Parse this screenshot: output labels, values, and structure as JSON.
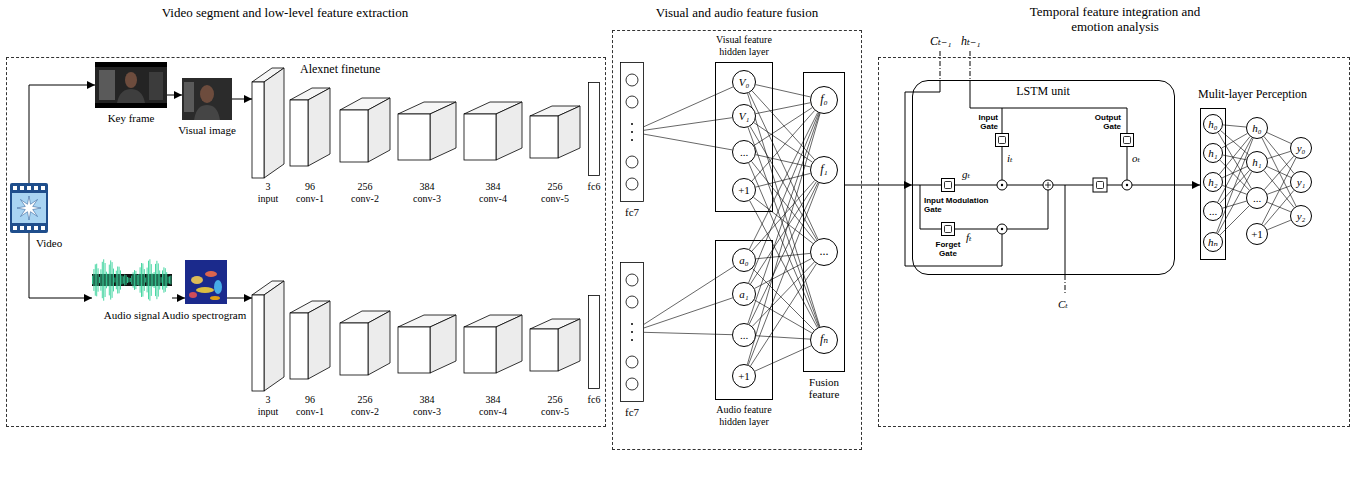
{
  "diagram": {
    "nodes": [
      {
        "text": [
          "Video segment and low-level feature extraction"
        ]
      },
      {
        "text": [
          "Video"
        ],
        "in": 0
      },
      {
        "text": [
          "Key frame"
        ],
        "in": 0
      },
      {
        "text": [
          "Visual image"
        ],
        "in": 0
      },
      {
        "text": [
          "Audio signal"
        ],
        "in": 0
      },
      {
        "text": [
          "Audio spectrogram"
        ],
        "in": 0
      },
      {
        "text": [
          "3",
          "input"
        ],
        "in": 0
      },
      {
        "text": [
          "96",
          "conv-1"
        ],
        "in": 0
      },
      {
        "text": [
          "256",
          "conv-2"
        ],
        "in": 0
      },
      {
        "text": [
          "384",
          "conv-3"
        ],
        "in": 0
      },
      {
        "text": [
          "384",
          "conv-4"
        ],
        "in": 0
      },
      {
        "text": [
          "256",
          "conv-5"
        ],
        "in": 0
      },
      {
        "text": [
          "fc6"
        ],
        "in": 0
      },
      {
        "text": [
          "3",
          "input"
        ],
        "in": 0
      },
      {
        "text": [
          "96",
          "conv-1"
        ],
        "in": 0
      },
      {
        "text": [
          "256",
          "conv-2"
        ],
        "in": 0
      },
      {
        "text": [
          "384",
          "conv-3"
        ],
        "in": 0
      },
      {
        "text": [
          "384",
          "conv-4"
        ],
        "in": 0
      },
      {
        "text": [
          "256",
          "conv-5"
        ],
        "in": 0
      },
      {
        "text": [
          "fc6"
        ],
        "in": 0
      },
      {
        "text": [
          "Visual and audio feature fusion"
        ]
      },
      {
        "text": [
          "fc7"
        ],
        "in": 20
      },
      {
        "text": [
          "Visual feature hidden layer"
        ],
        "in": 20
      },
      {
        "text": [
          "V₀"
        ],
        "in": 22
      },
      {
        "text": [
          "V₁"
        ],
        "in": 22
      },
      {
        "text": [
          "..."
        ],
        "in": 22
      },
      {
        "text": [
          "+1"
        ],
        "in": 22
      },
      {
        "text": [
          "fc7"
        ],
        "in": 20
      },
      {
        "text": [
          "Audio feature hidden layer"
        ],
        "in": 20
      },
      {
        "text": [
          "a₀"
        ],
        "in": 28
      },
      {
        "text": [
          "a₁"
        ],
        "in": 28
      },
      {
        "text": [
          "..."
        ],
        "in": 28
      },
      {
        "text": [
          "+1"
        ],
        "in": 28
      },
      {
        "text": [
          "Fusion feature"
        ],
        "in": 20
      },
      {
        "text": [
          "f₀"
        ],
        "in": 33
      },
      {
        "text": [
          "f₁"
        ],
        "in": 33
      },
      {
        "text": [
          "..."
        ],
        "in": 33
      },
      {
        "text": [
          "fₙ"
        ],
        "in": 33
      },
      {
        "text": [
          "Temporal feature integration and emotion analysis"
        ]
      },
      {
        "text": [
          "LSTM unit"
        ],
        "in": 38
      },
      {
        "text": [
          "Input Gate"
        ],
        "in": 39
      },
      {
        "text": [
          "Output Gate"
        ],
        "in": 39
      },
      {
        "text": [
          "Input Modulation Gate"
        ],
        "in": 39
      },
      {
        "text": [
          "Forget Gate"
        ],
        "in": 39
      },
      {
        "text": [
          "Mulit-layer Perception"
        ],
        "in": 38
      },
      {
        "text": [
          "h₀"
        ],
        "in": 44
      },
      {
        "text": [
          "h₁"
        ],
        "in": 44
      },
      {
        "text": [
          "h₂"
        ],
        "in": 44
      },
      {
        "text": [
          "..."
        ],
        "in": 44
      },
      {
        "text": [
          "hₙ"
        ],
        "in": 44
      },
      {
        "text": [
          "h₀"
        ],
        "in": 38
      },
      {
        "text": [
          "h₁"
        ],
        "in": 38
      },
      {
        "text": [
          "..."
        ],
        "in": 38
      },
      {
        "text": [
          "+1"
        ],
        "in": 38
      },
      {
        "text": [
          "y₀"
        ],
        "in": 38
      },
      {
        "text": [
          "y₁"
        ],
        "in": 38
      },
      {
        "text": [
          "y₂"
        ],
        "in": 38
      }
    ],
    "edges": [
      {
        "from": 1,
        "to": 2,
        "arrow": "to"
      },
      {
        "from": 2,
        "to": 3,
        "arrow": "to"
      },
      {
        "from": 3,
        "to": 6,
        "arrow": "to"
      },
      {
        "from": 1,
        "to": 4,
        "arrow": "to"
      },
      {
        "from": 4,
        "to": 5,
        "arrow": "to"
      },
      {
        "from": 5,
        "to": 13,
        "arrow": "to"
      },
      {
        "from": 21,
        "to": 23,
        "arrow": "none"
      },
      {
        "from": 21,
        "to": 24,
        "arrow": "none"
      },
      {
        "from": 21,
        "to": 25,
        "arrow": "none"
      },
      {
        "from": 27,
        "to": 29,
        "arrow": "none"
      },
      {
        "from": 27,
        "to": 30,
        "arrow": "none"
      },
      {
        "from": 27,
        "to": 31,
        "arrow": "none"
      },
      {
        "from": 23,
        "to": 34,
        "arrow": "none"
      },
      {
        "from": 23,
        "to": 35,
        "arrow": "none"
      },
      {
        "from": 23,
        "to": 36,
        "arrow": "none"
      },
      {
        "from": 23,
        "to": 37,
        "arrow": "none"
      },
      {
        "from": 24,
        "to": 34,
        "arrow": "none"
      },
      {
        "from": 24,
        "to": 35,
        "arrow": "none"
      },
      {
        "from": 24,
        "to": 36,
        "arrow": "none"
      },
      {
        "from": 24,
        "to": 37,
        "arrow": "none"
      },
      {
        "from": 25,
        "to": 34,
        "arrow": "none"
      },
      {
        "from": 25,
        "to": 35,
        "arrow": "none"
      },
      {
        "from": 25,
        "to": 36,
        "arrow": "none"
      },
      {
        "from": 25,
        "to": 37,
        "arrow": "none"
      },
      {
        "from": 26,
        "to": 34,
        "arrow": "none"
      },
      {
        "from": 26,
        "to": 35,
        "arrow": "none"
      },
      {
        "from": 26,
        "to": 36,
        "arrow": "none"
      },
      {
        "from": 26,
        "to": 37,
        "arrow": "none"
      },
      {
        "from": 29,
        "to": 34,
        "arrow": "none"
      },
      {
        "from": 29,
        "to": 35,
        "arrow": "none"
      },
      {
        "from": 29,
        "to": 36,
        "arrow": "none"
      },
      {
        "from": 29,
        "to": 37,
        "arrow": "none"
      },
      {
        "from": 30,
        "to": 34,
        "arrow": "none"
      },
      {
        "from": 30,
        "to": 35,
        "arrow": "none"
      },
      {
        "from": 30,
        "to": 36,
        "arrow": "none"
      },
      {
        "from": 30,
        "to": 37,
        "arrow": "none"
      },
      {
        "from": 31,
        "to": 34,
        "arrow": "none"
      },
      {
        "from": 31,
        "to": 35,
        "arrow": "none"
      },
      {
        "from": 31,
        "to": 36,
        "arrow": "none"
      },
      {
        "from": 31,
        "to": 37,
        "arrow": "none"
      },
      {
        "from": 32,
        "to": 34,
        "arrow": "none"
      },
      {
        "from": 32,
        "to": 35,
        "arrow": "none"
      },
      {
        "from": 32,
        "to": 36,
        "arrow": "none"
      },
      {
        "from": 32,
        "to": 37,
        "arrow": "none"
      },
      {
        "from": 33,
        "to": 39,
        "arrow": "to"
      },
      {
        "from": 39,
        "to": 44,
        "arrow": "to"
      },
      {
        "from": 45,
        "to": 50,
        "arrow": "none"
      },
      {
        "from": 45,
        "to": 51,
        "arrow": "none"
      },
      {
        "from": 45,
        "to": 52,
        "arrow": "none"
      },
      {
        "from": 46,
        "to": 50,
        "arrow": "none"
      },
      {
        "from": 46,
        "to": 51,
        "arrow": "none"
      },
      {
        "from": 46,
        "to": 52,
        "arrow": "none"
      },
      {
        "from": 47,
        "to": 50,
        "arrow": "none"
      },
      {
        "from": 47,
        "to": 51,
        "arrow": "none"
      },
      {
        "from": 47,
        "to": 52,
        "arrow": "none"
      },
      {
        "from": 48,
        "to": 50,
        "arrow": "none"
      },
      {
        "from": 48,
        "to": 51,
        "arrow": "none"
      },
      {
        "from": 48,
        "to": 52,
        "arrow": "none"
      },
      {
        "from": 49,
        "to": 50,
        "arrow": "none"
      },
      {
        "from": 49,
        "to": 51,
        "arrow": "none"
      },
      {
        "from": 49,
        "to": 52,
        "arrow": "none"
      },
      {
        "from": 50,
        "to": 54,
        "arrow": "none"
      },
      {
        "from": 50,
        "to": 55,
        "arrow": "none"
      },
      {
        "from": 50,
        "to": 56,
        "arrow": "none"
      },
      {
        "from": 51,
        "to": 54,
        "arrow": "none"
      },
      {
        "from": 51,
        "to": 55,
        "arrow": "none"
      },
      {
        "from": 51,
        "to": 56,
        "arrow": "none"
      },
      {
        "from": 52,
        "to": 54,
        "arrow": "none"
      },
      {
        "from": 52,
        "to": 55,
        "arrow": "none"
      },
      {
        "from": 52,
        "to": 56,
        "arrow": "none"
      },
      {
        "from": 53,
        "to": 54,
        "arrow": "none"
      },
      {
        "from": 53,
        "to": 55,
        "arrow": "none"
      },
      {
        "from": 53,
        "to": 56,
        "arrow": "none"
      }
    ],
    "labels": [
      "Alexnet finetune",
      "Cₜ₋₁",
      "hₜ₋₁",
      "iₜ",
      "gₜ",
      "fₜ",
      "oₜ",
      "Cₜ"
    ]
  }
}
